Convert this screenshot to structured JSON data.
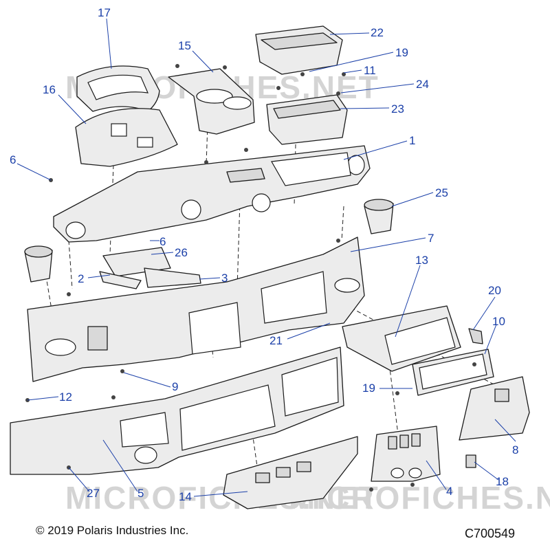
{
  "watermark": "MICROFICHES.NET",
  "copyright": "© 2019 Polaris Industries Inc.",
  "drawing_id": "C700549",
  "callouts": [
    {
      "id": "c1",
      "label": "1"
    },
    {
      "id": "c2",
      "label": "2"
    },
    {
      "id": "c3",
      "label": "3"
    },
    {
      "id": "c4",
      "label": "4"
    },
    {
      "id": "c5",
      "label": "5"
    },
    {
      "id": "c6a",
      "label": "6"
    },
    {
      "id": "c6b",
      "label": "6"
    },
    {
      "id": "c7",
      "label": "7"
    },
    {
      "id": "c8",
      "label": "8"
    },
    {
      "id": "c9",
      "label": "9"
    },
    {
      "id": "c10",
      "label": "10"
    },
    {
      "id": "c11",
      "label": "11"
    },
    {
      "id": "c12",
      "label": "12"
    },
    {
      "id": "c13",
      "label": "13"
    },
    {
      "id": "c14",
      "label": "14"
    },
    {
      "id": "c15",
      "label": "15"
    },
    {
      "id": "c16",
      "label": "16"
    },
    {
      "id": "c17",
      "label": "17"
    },
    {
      "id": "c18",
      "label": "18"
    },
    {
      "id": "c19a",
      "label": "19"
    },
    {
      "id": "c19b",
      "label": "19"
    },
    {
      "id": "c20",
      "label": "20"
    },
    {
      "id": "c21",
      "label": "21"
    },
    {
      "id": "c22",
      "label": "22"
    },
    {
      "id": "c23",
      "label": "23"
    },
    {
      "id": "c24",
      "label": "24"
    },
    {
      "id": "c25",
      "label": "25"
    },
    {
      "id": "c26",
      "label": "26"
    },
    {
      "id": "c27",
      "label": "27"
    }
  ]
}
